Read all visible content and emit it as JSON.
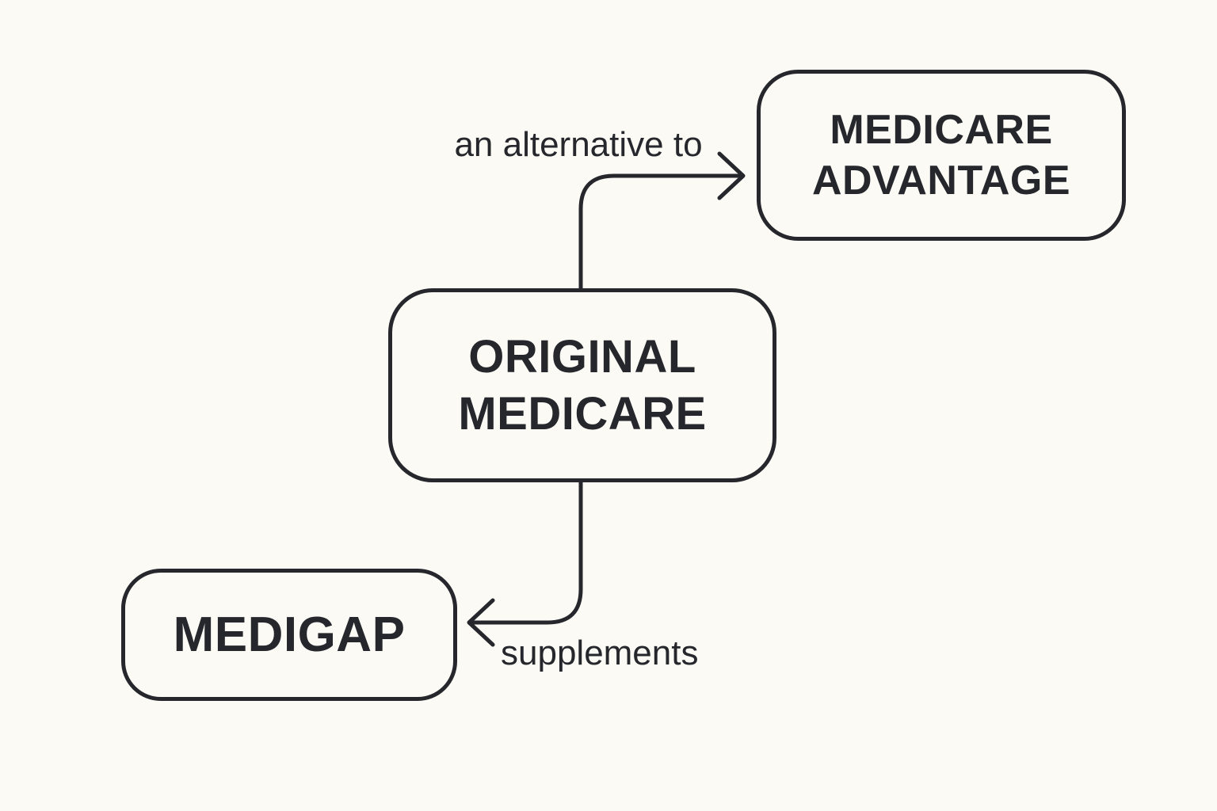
{
  "theme": {
    "background_color": "#fbfaf4",
    "line_color": "#26272c",
    "text_color": "#26272c"
  },
  "diagram": {
    "nodes": {
      "medicare_advantage": {
        "label": "MEDICARE ADVANTAGE"
      },
      "original_medicare": {
        "label": "ORIGINAL MEDICARE"
      },
      "medigap": {
        "label": "MEDIGAP"
      }
    },
    "edges": {
      "alternative": {
        "label": "an alternative to",
        "from": "ORIGINAL MEDICARE",
        "to": "MEDICARE ADVANTAGE"
      },
      "supplements": {
        "label": "supplements",
        "from": "ORIGINAL MEDICARE",
        "to": "MEDIGAP"
      }
    }
  }
}
